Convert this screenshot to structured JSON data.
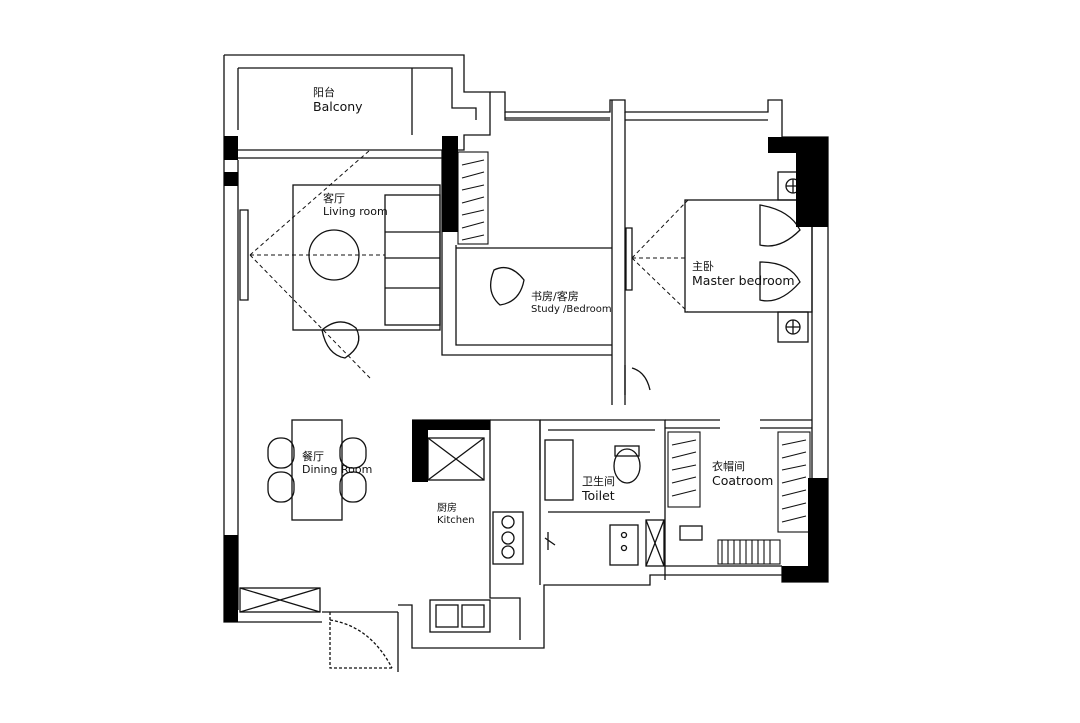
{
  "rooms": {
    "balcony": {
      "cn": "阳台",
      "en": "Balcony"
    },
    "living": {
      "cn": "客厅",
      "en": "Living room"
    },
    "study": {
      "cn": "书房/客房",
      "en": "Study /Bedroom"
    },
    "master": {
      "cn": "主卧",
      "en": "Master bedroom"
    },
    "dining": {
      "cn": "餐厅",
      "en": "Dining Room"
    },
    "kitchen": {
      "cn": "厨房",
      "en": "Kitchen"
    },
    "toilet": {
      "cn": "卫生间",
      "en": "Toilet"
    },
    "coatroom": {
      "cn": "衣帽间",
      "en": "Coatroom"
    }
  }
}
